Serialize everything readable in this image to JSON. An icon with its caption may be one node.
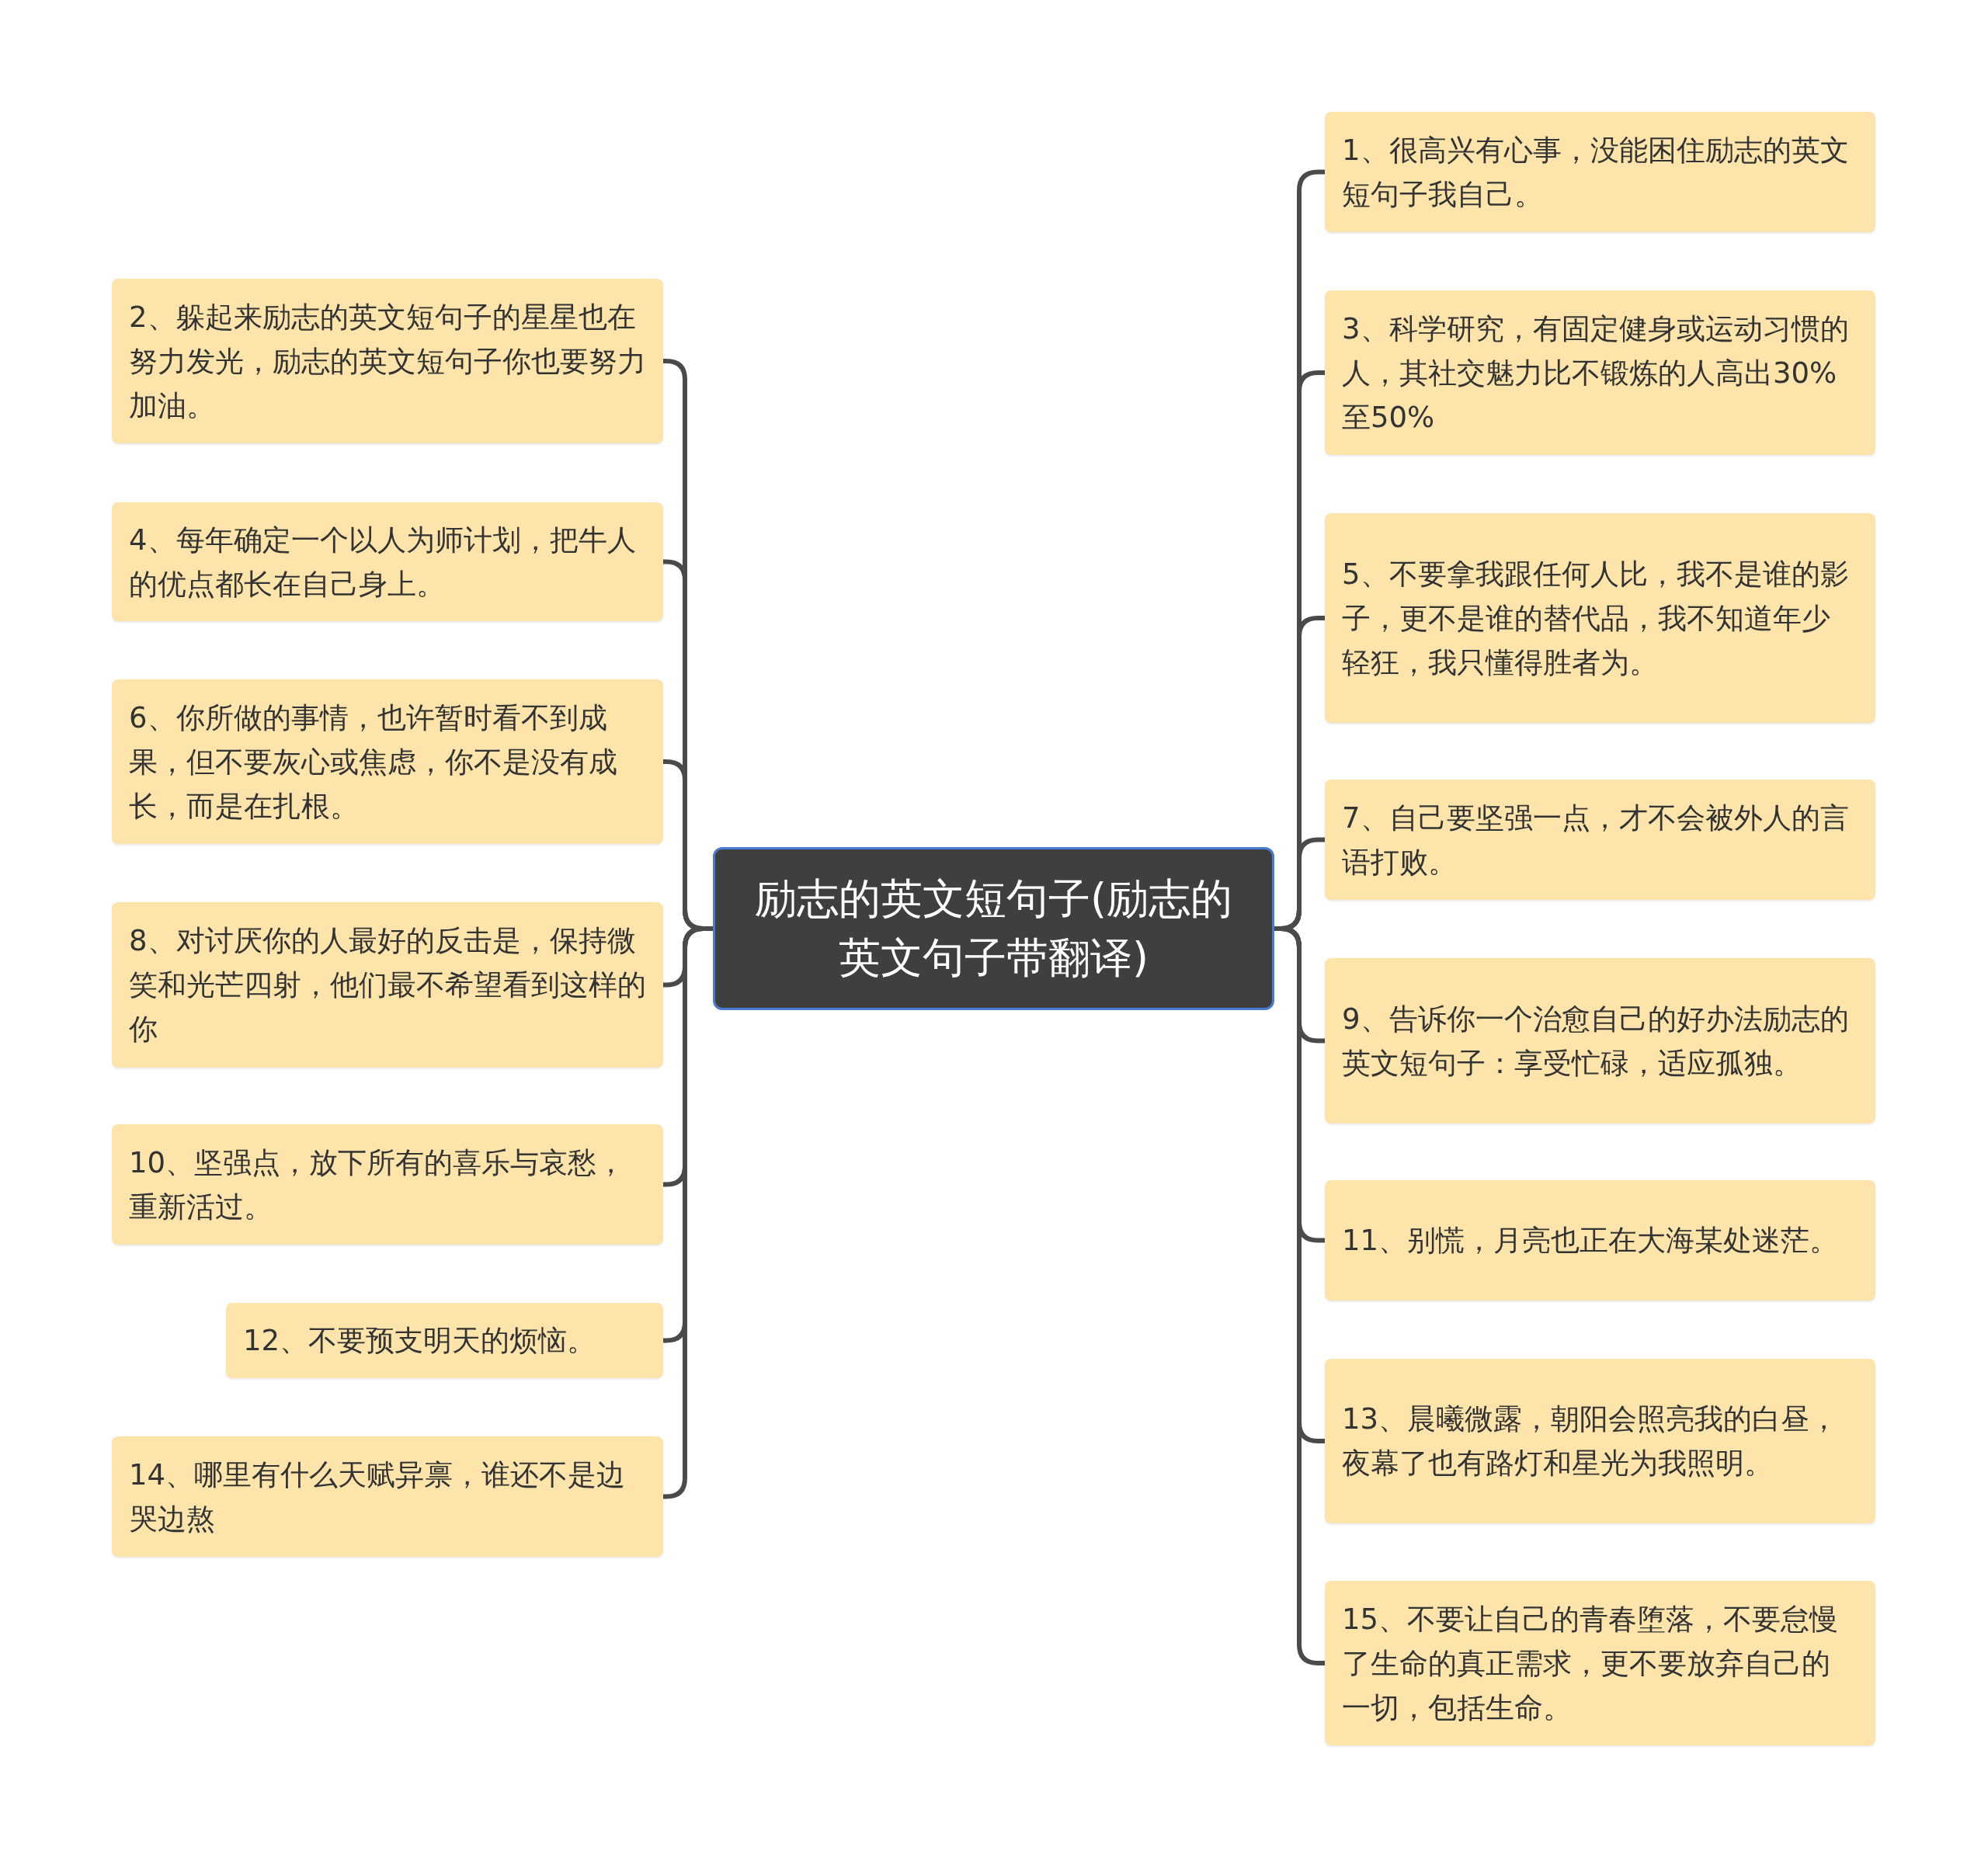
{
  "diagram": {
    "nodes": [
      {
        "text": [
          "励志的英文短句子(励志的英文句子带翻译)"
        ]
      },
      {
        "text": [
          "1、很高兴有心事，没能困住励志的英文短句子我自己。"
        ]
      },
      {
        "text": [
          "2、躲起来励志的英文短句子的星星也在努力发光，励志的英文短句子你也要努力加油。"
        ]
      },
      {
        "text": [
          "3、科学研究，有固定健身或运动习惯的人，其社交魅力比不锻炼的人高出30%至50%"
        ]
      },
      {
        "text": [
          "4、每年确定一个以人为师计划，把牛人的优点都长在自己身上。"
        ]
      },
      {
        "text": [
          "5、不要拿我跟任何人比，我不是谁的影子，更不是谁的替代品，我不知道年少轻狂，我只懂得胜者为。"
        ]
      },
      {
        "text": [
          "6、你所做的事情，也许暂时看不到成果，但不要灰心或焦虑，你不是没有成长，而是在扎根。"
        ]
      },
      {
        "text": [
          "7、自己要坚强一点，才不会被外人的言语打败。"
        ]
      },
      {
        "text": [
          "8、对讨厌你的人最好的反击是，保持微笑和光芒四射，他们最不希望看到这样的你"
        ]
      },
      {
        "text": [
          "9、告诉你一个治愈自己的好办法励志的英文短句子：享受忙碌，适应孤独。"
        ]
      },
      {
        "text": [
          "10、坚强点，放下所有的喜乐与哀愁，重新活过。"
        ]
      },
      {
        "text": [
          "11、别慌，月亮也正在大海某处迷茫。"
        ]
      },
      {
        "text": [
          "12、不要预支明天的烦恼。"
        ]
      },
      {
        "text": [
          "13、晨曦微露，朝阳会照亮我的白昼，夜幕了也有路灯和星光为我照明。"
        ]
      },
      {
        "text": [
          "14、哪里有什么天赋异禀，谁还不是边哭边熬"
        ]
      },
      {
        "text": [
          "15、不要让自己的青春堕落，不要怠慢了生命的真正需求，更不要放弃自己的一切，包括生命。"
        ]
      }
    ],
    "edges": [
      {
        "from": 0,
        "to": 1,
        "arrow": "none"
      },
      {
        "from": 0,
        "to": 2,
        "arrow": "none"
      },
      {
        "from": 0,
        "to": 3,
        "arrow": "none"
      },
      {
        "from": 0,
        "to": 4,
        "arrow": "none"
      },
      {
        "from": 0,
        "to": 5,
        "arrow": "none"
      },
      {
        "from": 0,
        "to": 6,
        "arrow": "none"
      },
      {
        "from": 0,
        "to": 7,
        "arrow": "none"
      },
      {
        "from": 0,
        "to": 8,
        "arrow": "none"
      },
      {
        "from": 0,
        "to": 9,
        "arrow": "none"
      },
      {
        "from": 0,
        "to": 10,
        "arrow": "none"
      },
      {
        "from": 0,
        "to": 11,
        "arrow": "none"
      },
      {
        "from": 0,
        "to": 12,
        "arrow": "none"
      },
      {
        "from": 0,
        "to": 13,
        "arrow": "none"
      },
      {
        "from": 0,
        "to": 14,
        "arrow": "none"
      },
      {
        "from": 0,
        "to": 15,
        "arrow": "none"
      }
    ]
  }
}
